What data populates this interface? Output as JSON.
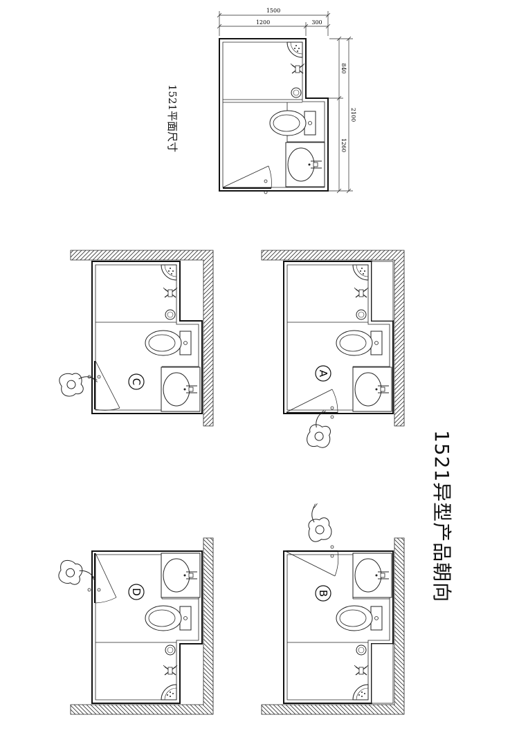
{
  "plan": {
    "caption": "1521平面尺寸",
    "dims": {
      "overall_width": "1500",
      "left_width": "1200",
      "right_width": "300",
      "overall_depth": "2100",
      "upper_depth": "840",
      "lower_depth": "1260"
    }
  },
  "title": "1521异型产品朝向",
  "orientations": [
    {
      "letter": "A"
    },
    {
      "letter": "B"
    },
    {
      "letter": "C"
    },
    {
      "letter": "D"
    }
  ]
}
